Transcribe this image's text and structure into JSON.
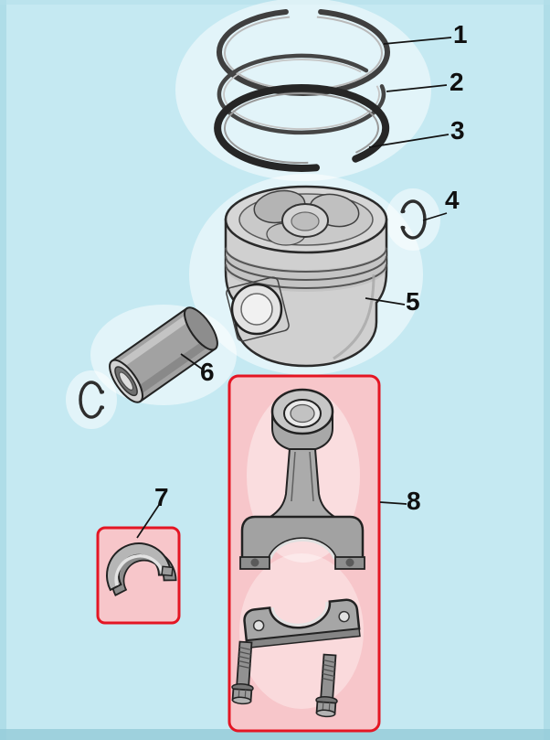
{
  "diagram": {
    "background_color": "#c5e9f2",
    "highlight_fill": "#f7c6ca",
    "highlight_stroke": "#e41624",
    "highlighted_callouts": [
      "7",
      "8"
    ]
  },
  "callouts": [
    {
      "number": "1",
      "part": "top-compression-ring"
    },
    {
      "number": "2",
      "part": "second-compression-ring"
    },
    {
      "number": "3",
      "part": "oil-control-ring"
    },
    {
      "number": "4",
      "part": "piston-pin-snap-ring"
    },
    {
      "number": "5",
      "part": "piston"
    },
    {
      "number": "6",
      "part": "piston-pin"
    },
    {
      "number": "7",
      "part": "connecting-rod-bearing-shell"
    },
    {
      "number": "8",
      "part": "connecting-rod-assembly"
    }
  ]
}
